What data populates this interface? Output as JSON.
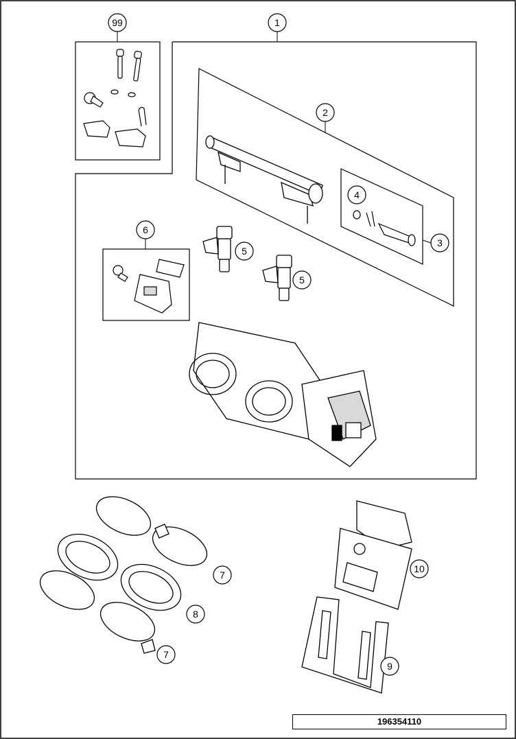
{
  "callouts": {
    "c99": "99",
    "c1": "1",
    "c2": "2",
    "c3": "3",
    "c4": "4",
    "c5a": "5",
    "c5b": "5",
    "c6": "6",
    "c7a": "7",
    "c7b": "7",
    "c8": "8",
    "c9": "9",
    "c10": "10"
  },
  "part_number": "196354110",
  "colors": {
    "line": "#000000",
    "background": "#ffffff",
    "shade": "#d9d9d9"
  },
  "icons": {
    "bolts": "bolt-icon",
    "fuel_rail": "fuel-rail-icon",
    "injector": "fuel-injector-icon",
    "sensor": "map-sensor-icon",
    "throttle_body": "throttle-body-icon",
    "clamp": "hose-clamp-icon",
    "intake_boot": "intake-boot-icon",
    "ecu": "ecu-icon",
    "bracket": "ecu-bracket-icon"
  }
}
